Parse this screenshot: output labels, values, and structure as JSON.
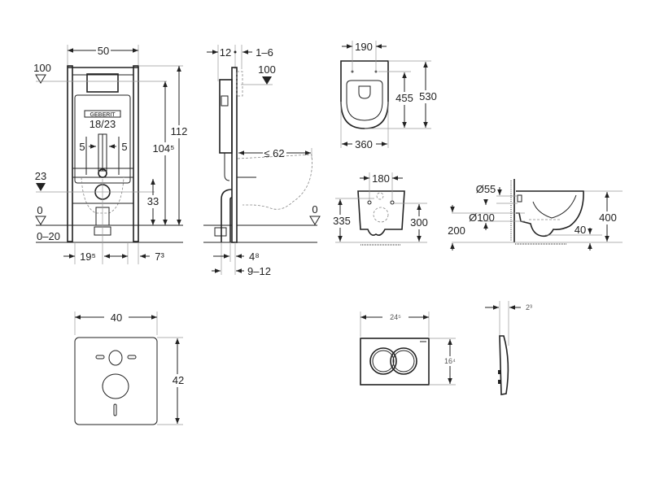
{
  "frame_front": {
    "width": "50",
    "level_top": "100",
    "level_mid": "23",
    "level_floor": "0",
    "floor_range": "0–20",
    "height_total": "112",
    "height_actuator": "104⁵",
    "height_drain": "33",
    "cistern_label": "18/23",
    "brand_logo": "GEBERIT",
    "offset_left": "5",
    "offset_right": "5",
    "bolt_spacing": "19⁵",
    "foot_offset": "7³"
  },
  "frame_side": {
    "depth_top": "12",
    "wall_gap": "1–6",
    "level_top": "100",
    "bowl_projection": "≤ 62",
    "level_floor": "0",
    "foot_depth": "4⁸",
    "install_depth": "9–12"
  },
  "bowl_top": {
    "mount_spacing": "190",
    "length": "530",
    "mount_to_front": "455",
    "width": "360"
  },
  "bowl_front": {
    "mount_spacing": "180",
    "inlet_height": "335",
    "bolt_height": "300"
  },
  "bowl_side": {
    "inlet_diameter": "Ø55",
    "outlet_diameter": "Ø100",
    "outlet_height": "200",
    "height": "400",
    "rim_offset": "40"
  },
  "sound_pad": {
    "width": "40",
    "height": "42"
  },
  "flush_plate": {
    "width": "24⁵",
    "height": "16⁴",
    "depth": "2³"
  }
}
